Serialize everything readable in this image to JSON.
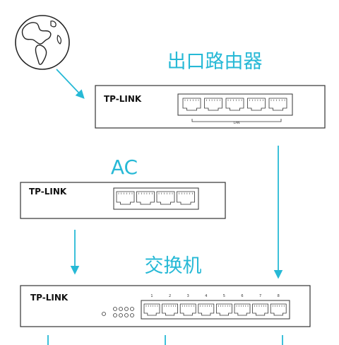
{
  "labels": {
    "router": "出口路由器",
    "ac": "AC",
    "switch": "交换机"
  },
  "devices": {
    "router": {
      "brand": "TP-LINK",
      "lan_label": "LAN",
      "ports": 5
    },
    "ac": {
      "brand": "TP-LINK",
      "ports": 4
    },
    "switch": {
      "brand": "TP-LINK",
      "ports": 8,
      "port_numbers": [
        "1",
        "2",
        "3",
        "4",
        "5",
        "6",
        "7",
        "8"
      ]
    }
  },
  "colors": {
    "accent": "#27b9d6",
    "outline": "#333333"
  },
  "icons": {
    "internet": "globe-icon"
  }
}
